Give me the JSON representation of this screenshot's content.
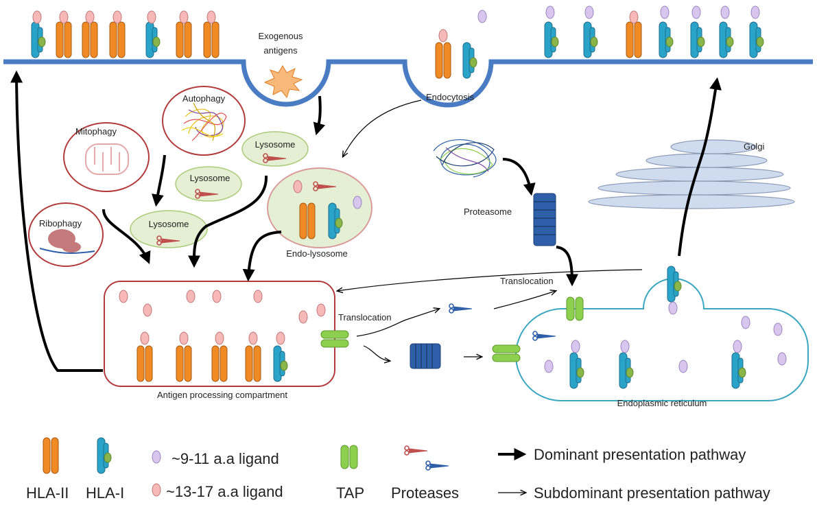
{
  "labels": {
    "exogenous_antigens": [
      "Exogenous",
      "antigens"
    ],
    "endocytosis": "Endocytosis",
    "autophagy": "Autophagy",
    "mitophagy": "Mitophagy",
    "ribophagy": "Ribophagy",
    "lysosome": "Lysosome",
    "endo_lysosome": "Endo-lysosome",
    "proteasome": "Proteasome",
    "golgi": "Golgi",
    "translocation": "Translocation",
    "antigen_processing_compartment": "Antigen processing compartment",
    "endoplasmic_reticulum": "Endoplasmic reticulum"
  },
  "legend": {
    "hla_ii": "HLA-II",
    "hla_i": "HLA-I",
    "ligand_short": "~9-11 a.a ligand",
    "ligand_long": "~13-17 a.a ligand",
    "tap": "TAP",
    "proteases": "Proteases",
    "dominant": "Dominant presentation pathway",
    "subdominant": "Subdominant presentation pathway"
  },
  "colors": {
    "membrane": "#4a7cc4",
    "hla_ii": "#f08a24",
    "hla_i": "#2aa3c8",
    "hla_i_bead": "#8ab54a",
    "ligand_short": "#d9c6ee",
    "ligand_long": "#f7b8b8",
    "tap": "#8dcf4e",
    "proteasome": "#2e5fa8",
    "compartment_border": "#b23a3a",
    "er_border": "#3aa6c0",
    "lysosome_fill": "#e4efd3",
    "golgi_fill": "#cfdbef"
  }
}
